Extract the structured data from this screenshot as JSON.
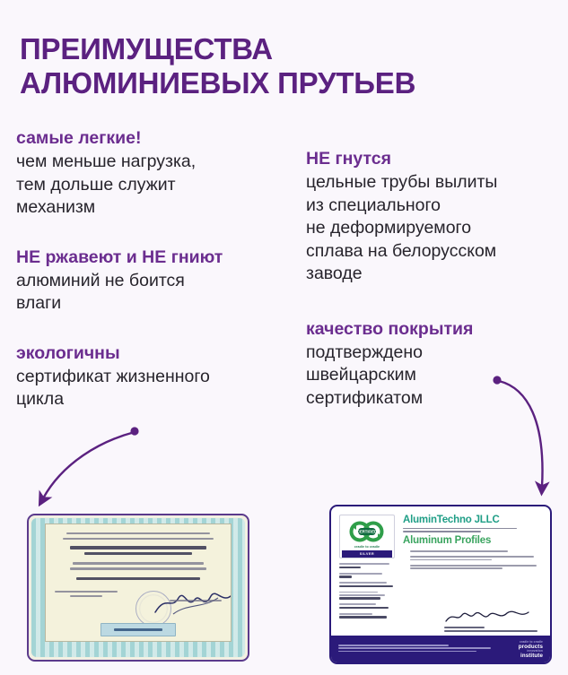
{
  "title": "ПРЕИМУЩЕСТВА\nАЛЮМИНИЕВЫХ ПРУТЬЕВ",
  "colors": {
    "background": "#faf7fc",
    "title_purple": "#5b2180",
    "accent_purple": "#6b2d8f",
    "body_text": "#27242c",
    "arrow_purple": "#5b2180",
    "c2c_teal": "#1f9e86",
    "c2c_green": "#3aa45f",
    "c2c_navy": "#2b1a7a",
    "iso_frame": "#5b3a8c",
    "iso_paper": "#f4f2dc",
    "iso_guilloche": "#9fd2d4"
  },
  "left_column": [
    {
      "heading": "самые легкие!",
      "body": "чем меньше нагрузка,\nтем дольше служит\nмеханизм"
    },
    {
      "heading": "НЕ ржавеют и НЕ гниют",
      "body": "алюминий не боится\nвлаги"
    },
    {
      "heading": "экологичны",
      "body": "сертификат жизненного\nцикла"
    }
  ],
  "right_column": [
    {
      "heading": "НЕ гнутся",
      "body": "цельные трубы вылиты\nиз специального\nне деформируемого\nсплава на белорусском\nзаводе"
    },
    {
      "heading": "качество покрытия",
      "body": "подтверждено\nшвейцарским\nсертификатом"
    }
  ],
  "arrows": [
    {
      "name": "arrow-to-iso-certificate",
      "direction": "down-left"
    },
    {
      "name": "arrow-to-c2c-certificate",
      "direction": "down-right"
    }
  ],
  "certificates": {
    "iso": {
      "name": "ISO 14001 environmental management certificate",
      "alt": "Сертификат соответствия СТБ ISO 14001-2017"
    },
    "c2c": {
      "name": "Cradle to Cradle Certified Silver certificate",
      "logo_caption": "cradle to cradle",
      "logo_badge": "CERTIFIED",
      "level": "SILVER",
      "company": "AluminTechno JLLC",
      "product": "Aluminum Profiles",
      "footer_logo_line1": "cradle to cradle",
      "footer_logo_line2": "products",
      "footer_logo_line3": "innovation",
      "footer_logo_line4": "institute"
    }
  }
}
